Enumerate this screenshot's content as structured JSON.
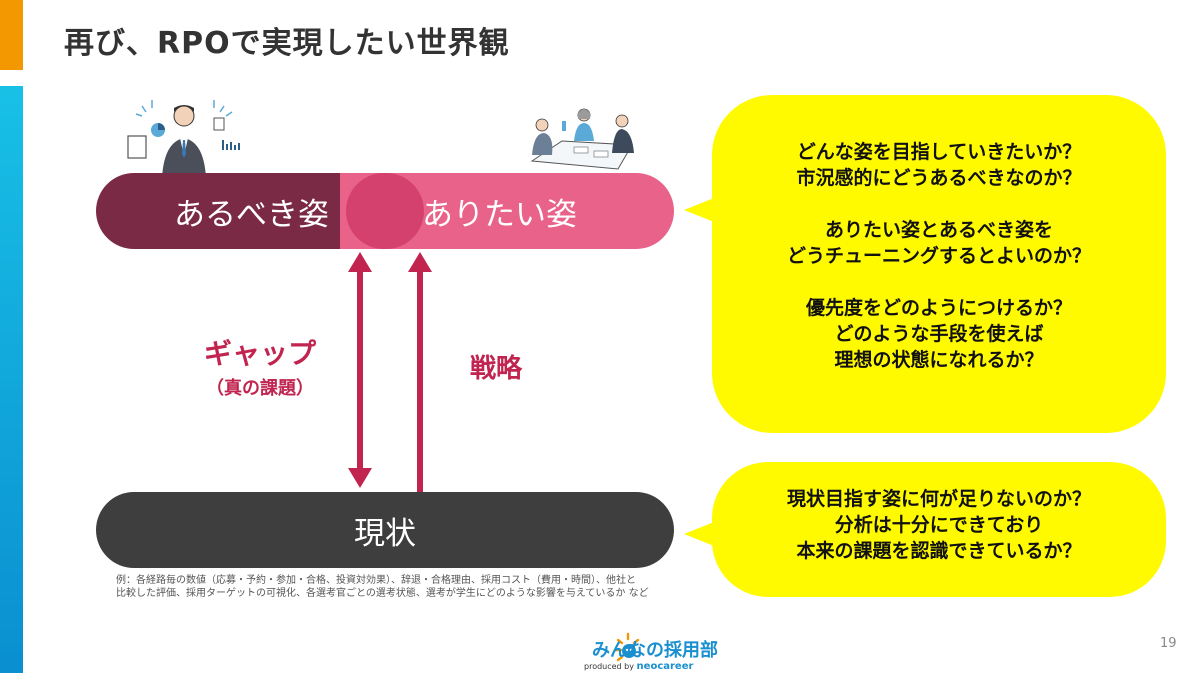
{
  "slide": {
    "title": "再び、RPOで実現したい世界観",
    "page_number": "19"
  },
  "diagram": {
    "should_be": "あるべき姿",
    "want_to_be": "ありたい姿",
    "current": "現状",
    "gap_label": "ギャップ",
    "gap_sublabel": "（真の課題）",
    "strategy_label": "戦略",
    "note_line1": "例：各経路毎の数値（応募・予約・参加・合格、投資対効果）、辞退・合格理由、採用コスト（費用・時間）、他社と",
    "note_line2": "比較した評価、採用ターゲットの可視化、各選考官ごとの選考状態、選考が学生にどのような影響を与えているか など"
  },
  "bubble_top": {
    "p1_l1": "どんな姿を目指していきたいか？",
    "p1_l2": "市況感的にどうあるべきなのか？",
    "p2_l1": "ありたい姿とあるべき姿を",
    "p2_l2": "どうチューニングするとよいのか？",
    "p3_l1": "優先度をどのようにつけるか？",
    "p3_l2": "どのような手段を使えば",
    "p3_l3": "理想の状態になれるか？"
  },
  "bubble_bottom": {
    "l1": "現状目指す姿に何が足りないのか？",
    "l2": "分析は十分にできており",
    "l3": "本来の課題を認識できているか？"
  },
  "logo": {
    "name": "みんなの採用部",
    "produced_by": "produced by",
    "brand": "neocareer"
  },
  "colors": {
    "should_be": "#7b2a45",
    "want_to_be": "#e8628a",
    "current": "#3e3e3e",
    "accent_red": "#c0244f",
    "bubble": "#fffa00"
  }
}
